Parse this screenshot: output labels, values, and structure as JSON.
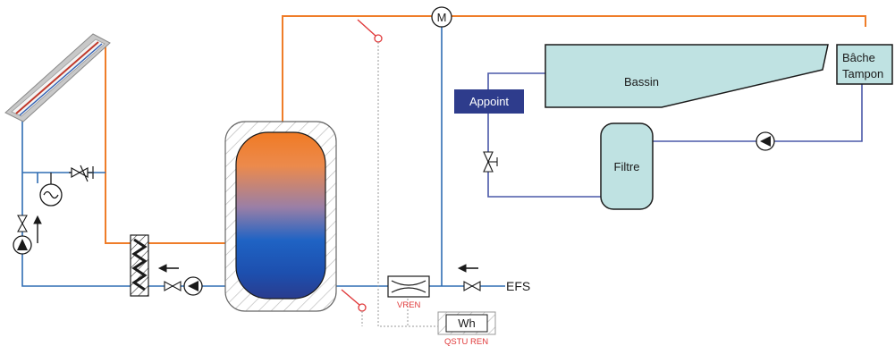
{
  "labels": {
    "bassin": "Bassin",
    "bache_line1": "Bâche",
    "bache_line2": "Tampon",
    "appoint": "Appoint",
    "filtre": "Filtre",
    "meter": "M",
    "efs": "EFS",
    "vren": "VREN",
    "wh": "Wh",
    "qsturen": "QSTU REN"
  },
  "colors": {
    "hot_pipe": "#ef7d29",
    "cold_pipe": "#2f6db3",
    "return_pipe": "#4a58a8",
    "pool_fill": "#bfe2e2",
    "appoint_fill": "#2e3c8c",
    "sensor": "#e0393a",
    "sensor_line": "#9a9a9a"
  }
}
